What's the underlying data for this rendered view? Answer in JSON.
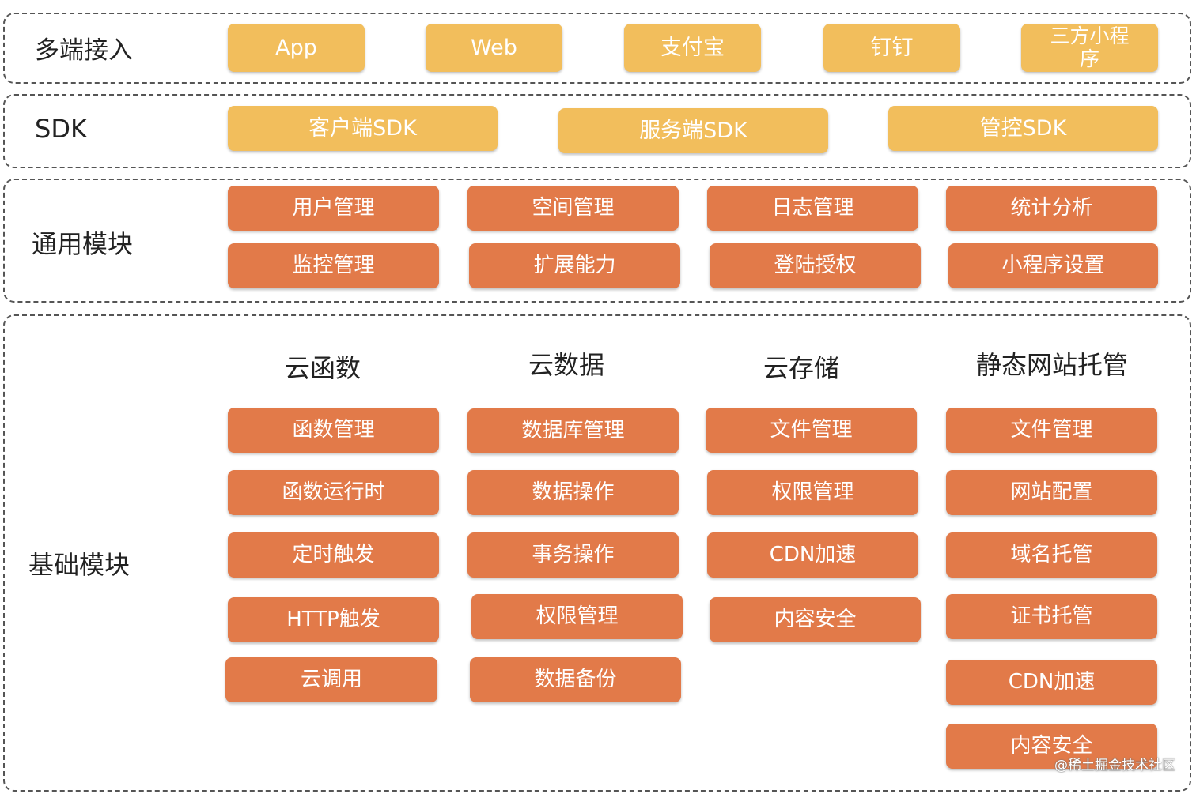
{
  "rows": {
    "endpoints": {
      "label": "多端接入",
      "items": [
        "App",
        "Web",
        "支付宝",
        "钉钉",
        "三方小程序"
      ]
    },
    "sdk": {
      "label": "SDK",
      "items": [
        "客户端SDK",
        "服务端SDK",
        "管控SDK"
      ]
    },
    "common": {
      "label": "通用模块",
      "items": [
        "用户管理",
        "空间管理",
        "日志管理",
        "统计分析",
        "监控管理",
        "扩展能力",
        "登陆授权",
        "小程序设置"
      ]
    },
    "base": {
      "label": "基础模块",
      "columns": [
        {
          "title": "云函数",
          "items": [
            "函数管理",
            "函数运行时",
            "定时触发",
            "HTTP触发",
            "云调用"
          ]
        },
        {
          "title": "云数据",
          "items": [
            "数据库管理",
            "数据操作",
            "事务操作",
            "权限管理",
            "数据备份"
          ]
        },
        {
          "title": "云存储",
          "items": [
            "文件管理",
            "权限管理",
            "CDN加速",
            "内容安全"
          ]
        },
        {
          "title": "静态网站托管",
          "items": [
            "文件管理",
            "网站配置",
            "域名托管",
            "证书托管",
            "CDN加速",
            "内容安全"
          ]
        }
      ]
    }
  },
  "watermark": "@稀土掘金技术社区",
  "colors": {
    "yellow": "#F2BE5C",
    "orange": "#E27A49",
    "border": "#555555"
  }
}
